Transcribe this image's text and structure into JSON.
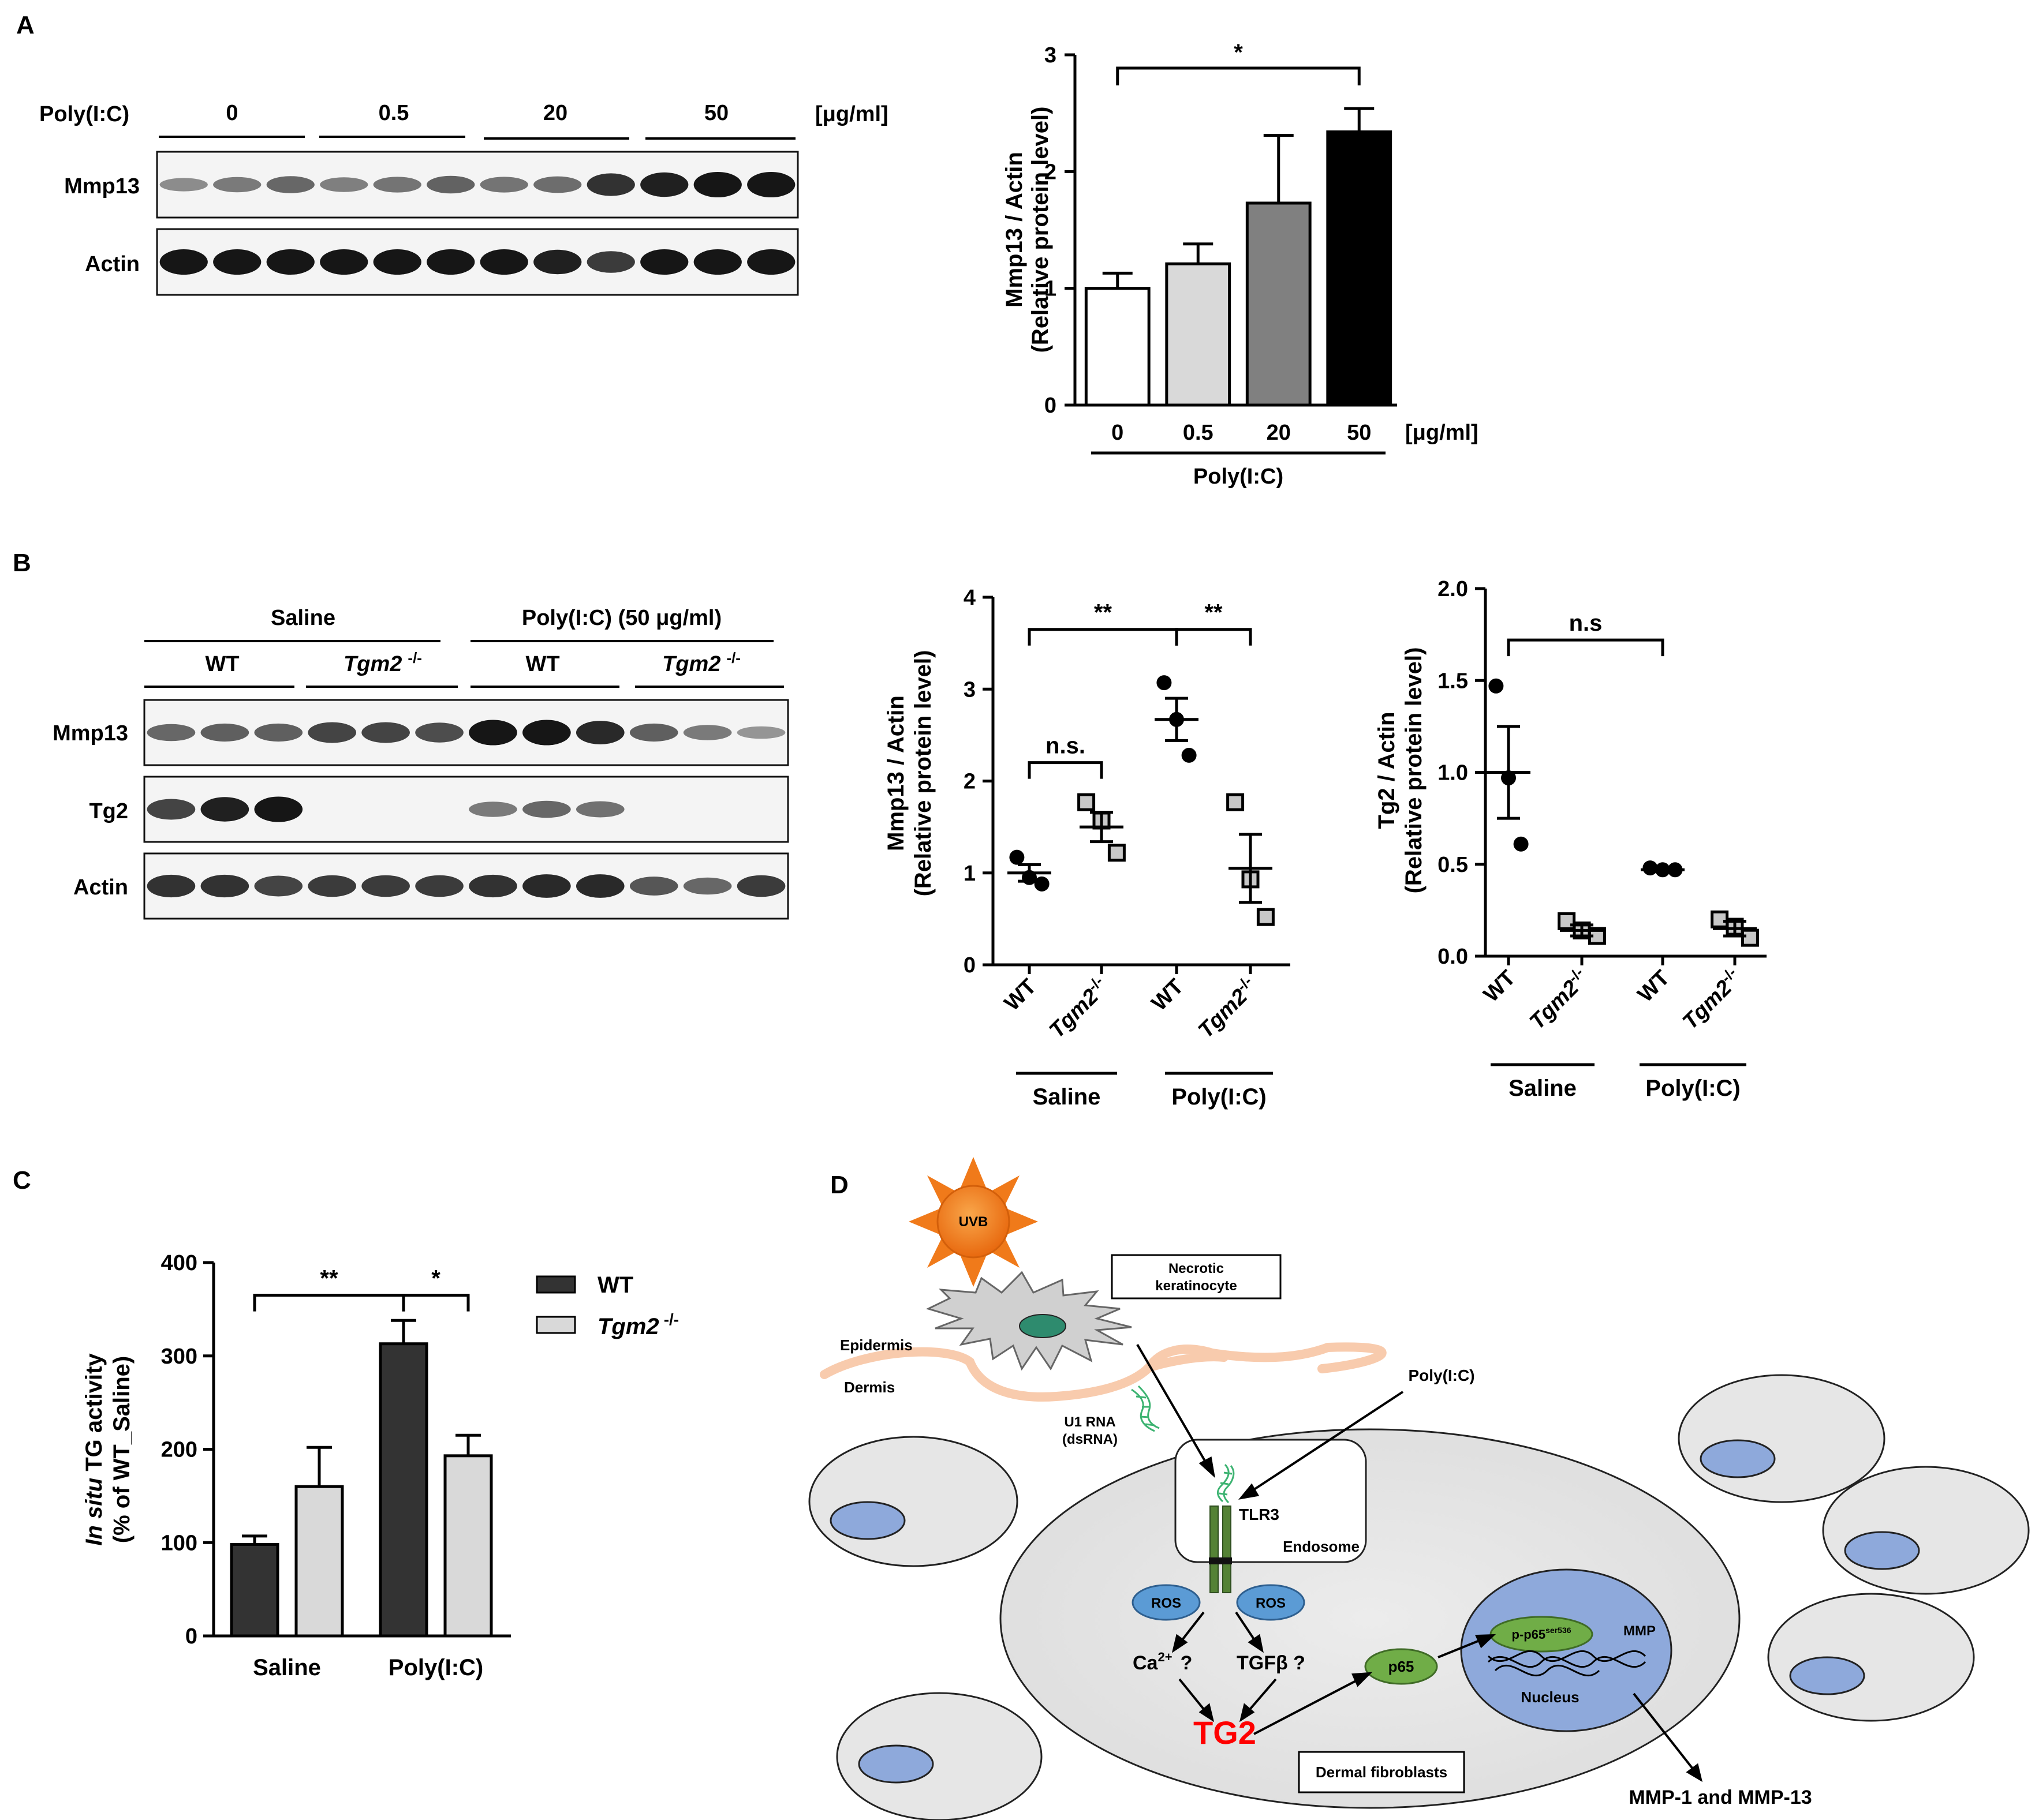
{
  "panels": {
    "A": "A",
    "B": "B",
    "C": "C",
    "D": "D"
  },
  "panelA": {
    "blot": {
      "treatment_label": "Poly(I:C)",
      "doses": [
        "0",
        "0.5",
        "20",
        "50"
      ],
      "unit": "[μg/ml]",
      "rows": [
        "Mmp13",
        "Actin"
      ],
      "intensity": {
        "Mmp13": [
          0.35,
          0.45,
          0.55,
          0.42,
          0.48,
          0.58,
          0.48,
          0.52,
          0.85,
          0.95,
          1.0,
          1.0
        ],
        "Actin": [
          1.0,
          1.0,
          1.0,
          1.0,
          1.0,
          1.0,
          1.0,
          0.95,
          0.8,
          1.0,
          1.0,
          1.0
        ]
      }
    }
  },
  "panelB": {
    "blot": {
      "group_labels": [
        "Saline",
        "Poly(I:C) (50 μg/ml)"
      ],
      "genotype_wt": "WT",
      "genotype_ko": "Tgm2",
      "ko_sup": "-/-",
      "rows": [
        "Mmp13",
        "Tg2",
        "Actin"
      ],
      "intensity": {
        "Mmp13": [
          0.55,
          0.6,
          0.6,
          0.75,
          0.75,
          0.7,
          1.0,
          1.0,
          0.9,
          0.6,
          0.45,
          0.3
        ],
        "Tg2": [
          0.75,
          0.95,
          1.0,
          0,
          0,
          0,
          0.45,
          0.55,
          0.5,
          0,
          0,
          0
        ],
        "Actin": [
          0.85,
          0.85,
          0.75,
          0.8,
          0.8,
          0.8,
          0.85,
          0.9,
          0.9,
          0.65,
          0.55,
          0.8
        ]
      }
    }
  },
  "panelC": {
    "legend": [
      "WT",
      "Tgm2"
    ],
    "legend_sup": "-/-"
  },
  "panelD": {
    "uvb": "UVB",
    "necrotic_line1": "Necrotic",
    "necrotic_line2": "keratinocyte",
    "epidermis": "Epidermis",
    "dermis": "Dermis",
    "u1_line1": "U1 RNA",
    "u1_line2": "(dsRNA)",
    "polyic": "Poly(I:C)",
    "tlr3": "TLR3",
    "endosome": "Endosome",
    "ros": "ROS",
    "ca_base": "Ca",
    "ca_sup": "2+",
    "ca_q": "?",
    "tgfb": "TGFβ ?",
    "tg2": "TG2",
    "p65": "p65",
    "pp65_base": "p-p65",
    "pp65_sup": "ser536",
    "mmp": "MMP",
    "nucleus": "Nucleus",
    "fibroblasts": "Dermal fibroblasts",
    "output": "MMP-1 and MMP-13",
    "tg2_color": "#ff0000",
    "sun_color": "#f07a1a",
    "nucleus_color": "#8ea9db",
    "ros_color": "#5b9bd5",
    "p65_color": "#70ad47",
    "tlr3_color": "#548235"
  },
  "chart_data": [
    {
      "id": "A-bar",
      "type": "bar",
      "categories": [
        "0",
        "0.5",
        "20",
        "50"
      ],
      "values": [
        1.0,
        1.21,
        1.73,
        2.34
      ],
      "errors": [
        0.13,
        0.17,
        0.58,
        0.2
      ],
      "colors": [
        "#ffffff",
        "#d9d9d9",
        "#808080",
        "#000000"
      ],
      "ylabel": "Mmp13 / Actin",
      "ylabel2": "(Relative protein level)",
      "ylim": [
        0,
        3
      ],
      "yticks": [
        0,
        1,
        2,
        3
      ],
      "unit_label": "[μg/ml]",
      "group_label": "Poly(I:C)",
      "significance": [
        {
          "from": 0,
          "to": 3,
          "label": "*"
        }
      ]
    },
    {
      "id": "B-mmp13",
      "type": "scatter",
      "categories": [
        "WT",
        "Tgm2",
        "WT",
        "Tgm2"
      ],
      "ko_sup": "-/-",
      "groups": [
        "Saline",
        "Poly(I:C)"
      ],
      "points": [
        [
          1.17,
          0.95,
          0.88
        ],
        [
          1.77,
          1.57,
          1.22
        ],
        [
          3.07,
          2.67,
          2.28
        ],
        [
          1.77,
          0.93,
          0.52
        ]
      ],
      "means": [
        1.0,
        1.5,
        2.67,
        1.05
      ],
      "sems": [
        0.09,
        0.16,
        0.23,
        0.37
      ],
      "styles": [
        "wt",
        "ko",
        "wt",
        "ko"
      ],
      "ylabel": "Mmp13 / Actin",
      "ylabel2": "(Relative protein level)",
      "ylim": [
        0,
        4
      ],
      "yticks": [
        0,
        1,
        2,
        3,
        4
      ],
      "significance": [
        {
          "from": 0,
          "to": 2,
          "label": "**",
          "y": 3.65
        },
        {
          "from": 2,
          "to": 3,
          "label": "**",
          "y": 3.65
        },
        {
          "from": 0,
          "to": 1,
          "label": "n.s.",
          "y": 2.2
        }
      ]
    },
    {
      "id": "B-tg2",
      "type": "scatter",
      "categories": [
        "WT",
        "Tgm2",
        "WT",
        "Tgm2"
      ],
      "ko_sup": "-/-",
      "groups": [
        "Saline",
        "Poly(I:C)"
      ],
      "points": [
        [
          1.47,
          0.97,
          0.61
        ],
        [
          0.19,
          0.14,
          0.11
        ],
        [
          0.48,
          0.47,
          0.47
        ],
        [
          0.2,
          0.16,
          0.1
        ]
      ],
      "means": [
        1.0,
        0.14,
        0.47,
        0.15
      ],
      "sems": [
        0.25,
        0.03,
        0.01,
        0.04
      ],
      "styles": [
        "wt",
        "ko",
        "wt",
        "ko"
      ],
      "ylabel": "Tg2 / Actin",
      "ylabel2": "(Relative protein level)",
      "ylim": [
        0,
        2.0
      ],
      "yticks": [
        0,
        0.5,
        1.0,
        1.5,
        2.0
      ],
      "yticklabels": [
        "0.0",
        "0.5",
        "1.0",
        "1.5",
        "2.0"
      ],
      "significance": [
        {
          "from": 0,
          "to": 2,
          "label": "n.s",
          "y": 1.72
        }
      ]
    },
    {
      "id": "C-bar",
      "type": "bar",
      "groups": [
        "Saline",
        "Poly(I:C)"
      ],
      "series": [
        {
          "name": "WT",
          "values": [
            98,
            313
          ],
          "errors": [
            9,
            25
          ],
          "color": "#333333"
        },
        {
          "name": "Tgm2",
          "values": [
            160,
            193
          ],
          "errors": [
            42,
            22
          ],
          "color": "#d9d9d9"
        }
      ],
      "ylabel_italic": "In situ",
      "ylabel_rest": " TG activity",
      "ylabel2": "(% of WT_Saline)",
      "ylim": [
        0,
        400
      ],
      "yticks": [
        0,
        100,
        200,
        300,
        400
      ],
      "significance": [
        {
          "from": 0,
          "to": 2,
          "label": "**",
          "y": 365
        },
        {
          "from": 2,
          "to": 3,
          "label": "*",
          "y": 365
        }
      ]
    }
  ]
}
